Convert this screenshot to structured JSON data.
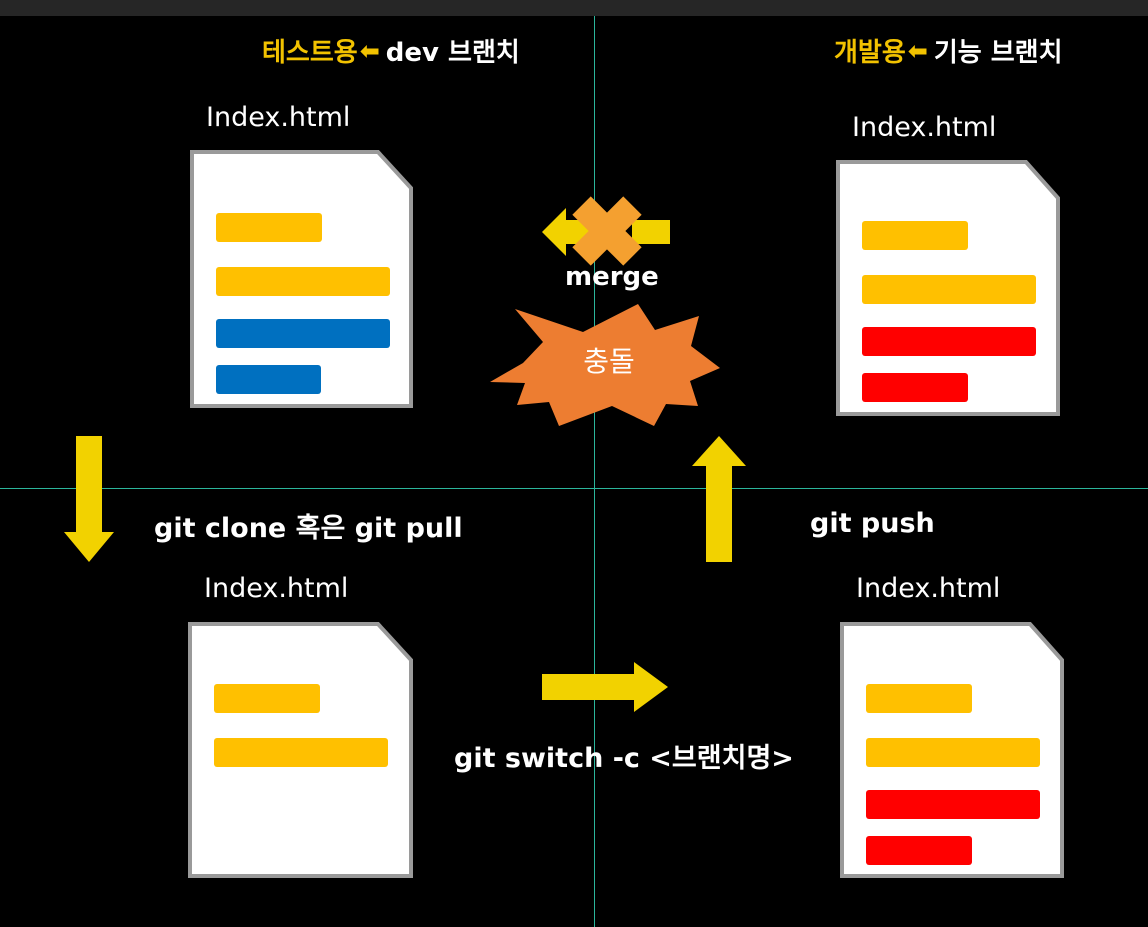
{
  "headings": {
    "left": {
      "highlight": "테스트용",
      "rest": "dev 브랜치"
    },
    "right": {
      "highlight": "개발용",
      "rest": "기능 브랜치"
    }
  },
  "files": {
    "top_left": "Index.html",
    "top_right": "Index.html",
    "bottom_left": "Index.html",
    "bottom_right": "Index.html"
  },
  "commands": {
    "clone_pull": "git clone 혹은 git pull",
    "push": "git push",
    "switch": "git switch -c <브랜치명>",
    "merge": "merge"
  },
  "conflict_label": "충돌",
  "colors": {
    "yellow_arrow": "#f2d200",
    "bar_yellow": "#ffc000",
    "bar_blue": "#0070c0",
    "bar_red": "#ff0000",
    "burst": "#ed7d31",
    "cross": "#f4a030",
    "guide": "#2bb59b"
  }
}
